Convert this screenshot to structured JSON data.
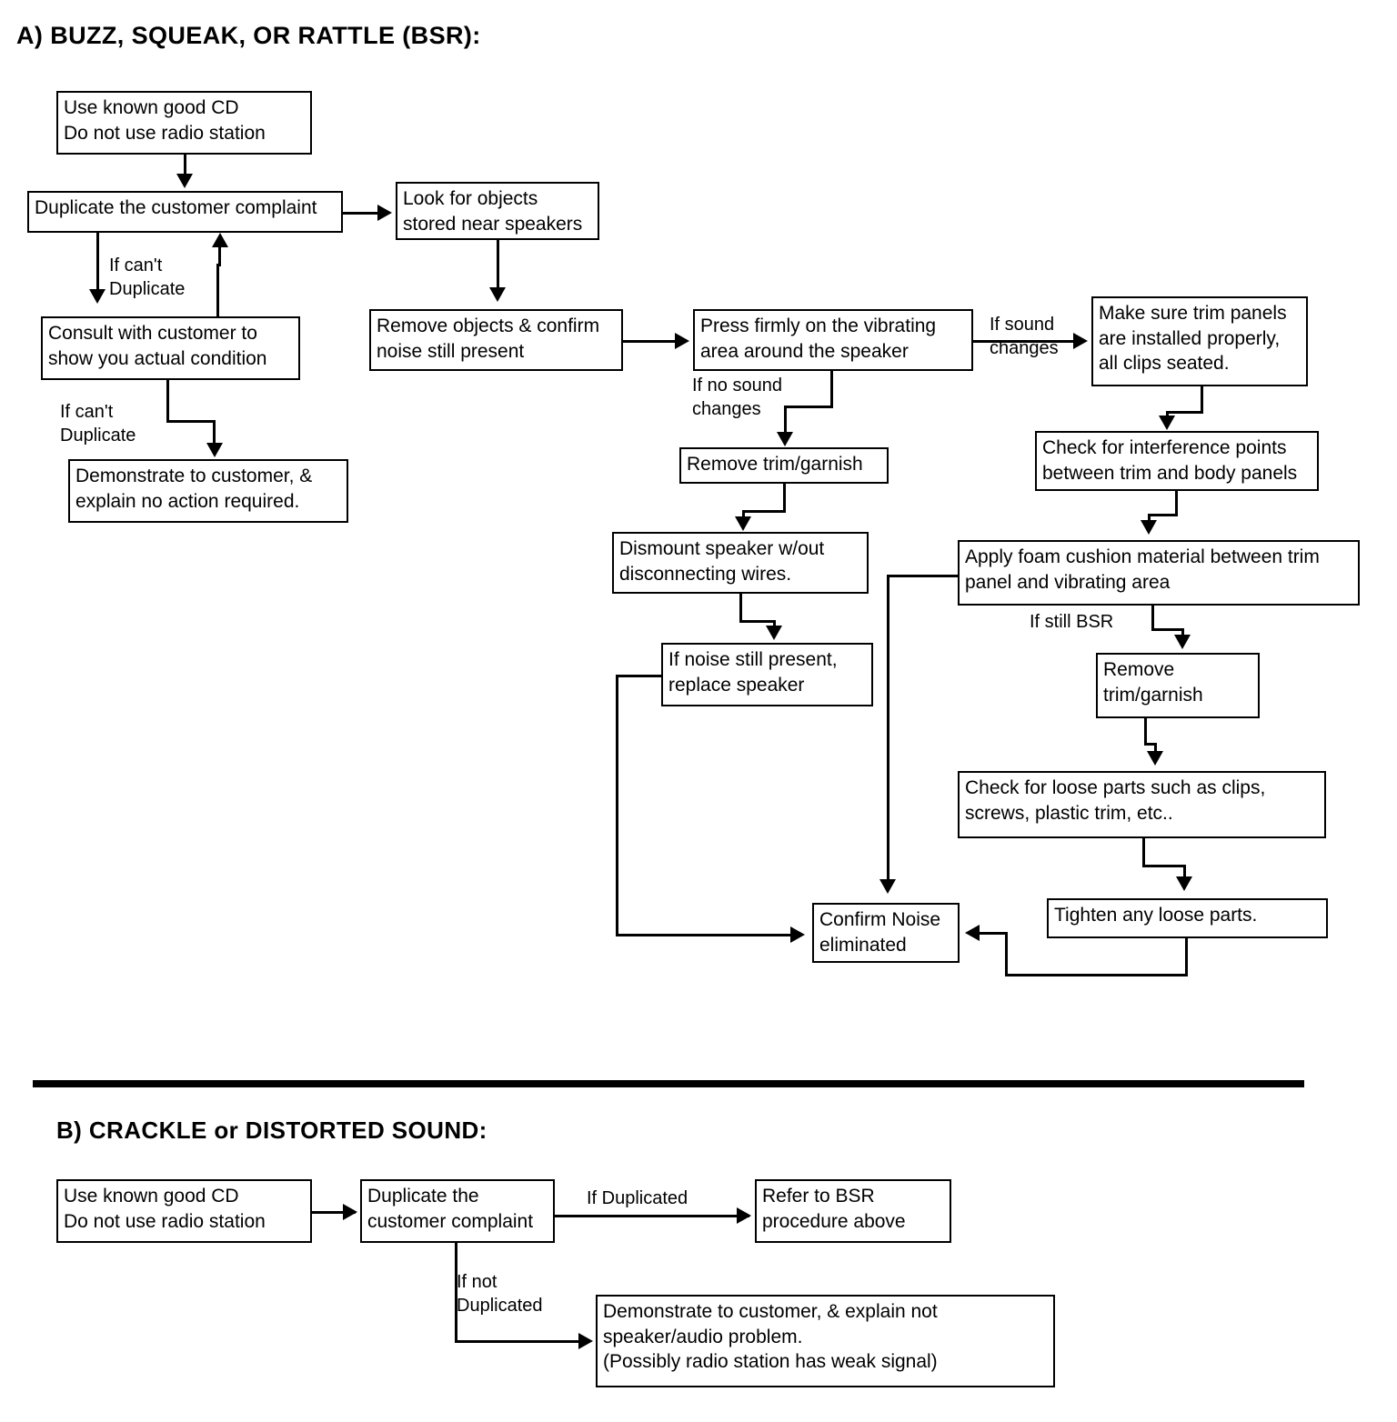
{
  "document": {
    "sections": [
      {
        "id": "a",
        "heading": "A)  BUZZ, SQUEAK, OR RATTLE (BSR):"
      },
      {
        "id": "b",
        "heading": "B)  CRACKLE or DISTORTED SOUND:"
      }
    ]
  },
  "section_a": {
    "heading": "A)  BUZZ, SQUEAK, OR RATTLE (BSR):",
    "boxes": {
      "use_known_good_cd": "Use known good CD\nDo not use radio station",
      "duplicate_complaint": "Duplicate the customer complaint",
      "consult_with_customer": "Consult with customer to\nshow you actual condition",
      "demonstrate_no_action": "Demonstrate to customer, &\nexplain no action required.",
      "look_for_objects": "Look for objects\nstored near speakers",
      "remove_objects": "Remove objects & confirm\nnoise still present",
      "press_firmly": "Press firmly on the vibrating\narea around the speaker",
      "make_sure_trim_panels": "Make sure trim panels\nare installed properly,\nall clips seated.",
      "check_interference": "Check for interference points\nbetween trim and body panels",
      "apply_foam": "Apply foam cushion material between trim\npanel and vibrating area",
      "remove_trim_left": "Remove trim/garnish",
      "remove_trim_right": "Remove\ntrim/garnish",
      "dismount_speaker": "Dismount speaker w/out\ndisconnecting wires.",
      "replace_speaker": "If noise still present,\nreplace speaker",
      "check_loose_parts": "Check for loose parts such as clips,\nscrews, plastic trim,  etc..",
      "tighten_loose_parts": "Tighten any loose parts.",
      "confirm_noise": "Confirm Noise\neliminated"
    },
    "edge_labels": {
      "if_cant_duplicate_1": "If can't\nDuplicate",
      "if_cant_duplicate_2": "If can't\nDuplicate",
      "if_sound_changes": "If sound\nchanges",
      "if_no_sound_changes": "If no sound\nchanges",
      "if_still_bsr": "If still BSR"
    }
  },
  "section_b": {
    "heading": "B)  CRACKLE or DISTORTED SOUND:",
    "boxes": {
      "use_known_good_cd": "Use known good CD\nDo not use radio station",
      "duplicate_complaint": "Duplicate the\ncustomer complaint",
      "refer_to_bsr": "Refer to BSR\nprocedure above",
      "demonstrate_not_speaker": "Demonstrate to customer, & explain not\nspeaker/audio problem.\n(Possibly radio station has weak signal)"
    },
    "edge_labels": {
      "if_duplicated": "If Duplicated",
      "if_not_duplicated": "If  not\nDuplicated"
    }
  },
  "colors": {
    "ink": "#000000",
    "paper": "#ffffff"
  }
}
